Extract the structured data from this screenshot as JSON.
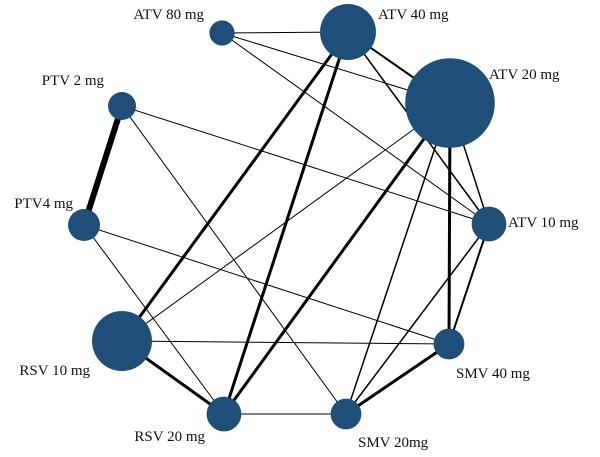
{
  "diagram": {
    "type": "network-meta-analysis-graph",
    "node_color": "#1f4e79",
    "edge_color": "#000000",
    "nodes": [
      {
        "id": "atv80",
        "label": "ATV 80 mg",
        "relative_size": 0.45
      },
      {
        "id": "atv40",
        "label": "ATV 40 mg",
        "relative_size": 1.0
      },
      {
        "id": "ptv2",
        "label": "PTV 2 mg",
        "relative_size": 0.5
      },
      {
        "id": "atv20",
        "label": "ATV 20 mg",
        "relative_size": 1.6
      },
      {
        "id": "ptv4",
        "label": "PTV4 mg",
        "relative_size": 0.57
      },
      {
        "id": "atv10",
        "label": "ATV 10 mg",
        "relative_size": 0.62
      },
      {
        "id": "rsv10",
        "label": "RSV 10 mg",
        "relative_size": 1.07
      },
      {
        "id": "smv40",
        "label": "SMV 40 mg",
        "relative_size": 0.55
      },
      {
        "id": "rsv20",
        "label": "RSV 20 mg",
        "relative_size": 0.62
      },
      {
        "id": "smv20",
        "label": "SMV 20mg",
        "relative_size": 0.55
      }
    ],
    "edges": [
      {
        "from": "atv80",
        "to": "atv40",
        "weight": 1
      },
      {
        "from": "atv80",
        "to": "atv20",
        "weight": 1
      },
      {
        "from": "atv80",
        "to": "atv10",
        "weight": 1
      },
      {
        "from": "atv40",
        "to": "rsv10",
        "weight": 3
      },
      {
        "from": "atv40",
        "to": "rsv20",
        "weight": 3
      },
      {
        "from": "atv40",
        "to": "atv10",
        "weight": 1.5
      },
      {
        "from": "atv40",
        "to": "atv20",
        "weight": 2
      },
      {
        "from": "atv20",
        "to": "atv10",
        "weight": 1.5
      },
      {
        "from": "atv20",
        "to": "smv40",
        "weight": 3
      },
      {
        "from": "atv20",
        "to": "smv20",
        "weight": 1.5
      },
      {
        "from": "atv20",
        "to": "rsv20",
        "weight": 3
      },
      {
        "from": "atv20",
        "to": "rsv10",
        "weight": 1
      },
      {
        "from": "atv10",
        "to": "smv40",
        "weight": 2
      },
      {
        "from": "atv10",
        "to": "smv20",
        "weight": 1.5
      },
      {
        "from": "ptv2",
        "to": "ptv4",
        "weight": 6
      },
      {
        "from": "ptv2",
        "to": "atv10",
        "weight": 1
      },
      {
        "from": "ptv2",
        "to": "smv20",
        "weight": 1
      },
      {
        "from": "ptv4",
        "to": "smv40",
        "weight": 1
      },
      {
        "from": "ptv4",
        "to": "rsv20",
        "weight": 1
      },
      {
        "from": "rsv10",
        "to": "rsv20",
        "weight": 3
      },
      {
        "from": "rsv10",
        "to": "smv40",
        "weight": 1
      },
      {
        "from": "smv40",
        "to": "smv20",
        "weight": 3
      },
      {
        "from": "rsv20",
        "to": "smv20",
        "weight": 1
      }
    ]
  }
}
